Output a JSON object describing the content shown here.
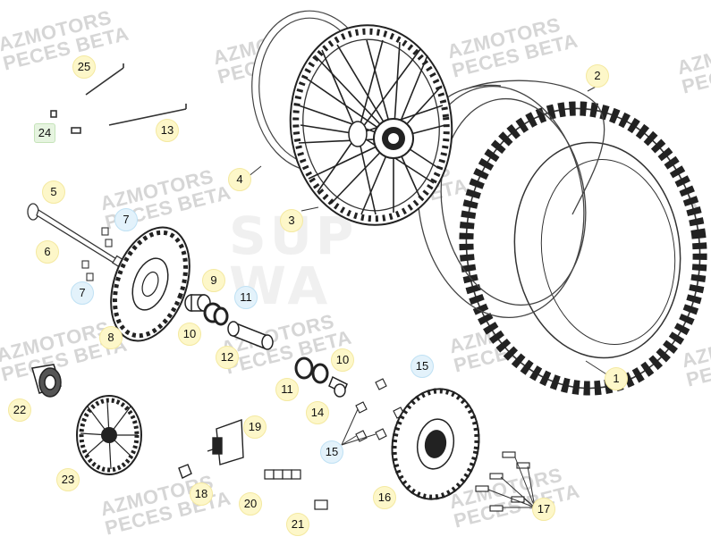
{
  "watermark": {
    "line1": "AZMOTORS",
    "line2": "PECES BETA"
  },
  "center_mark": {
    "line1": "SUP",
    "line2": "WA"
  },
  "callouts": [
    {
      "label": "1"
    },
    {
      "label": "2"
    },
    {
      "label": "3"
    },
    {
      "label": "4"
    },
    {
      "label": "5"
    },
    {
      "label": "6"
    },
    {
      "label": "7"
    },
    {
      "label": "7"
    },
    {
      "label": "8"
    },
    {
      "label": "9"
    },
    {
      "label": "10"
    },
    {
      "label": "10"
    },
    {
      "label": "11"
    },
    {
      "label": "11"
    },
    {
      "label": "12"
    },
    {
      "label": "13"
    },
    {
      "label": "14"
    },
    {
      "label": "15"
    },
    {
      "label": "15"
    },
    {
      "label": "16"
    },
    {
      "label": "17"
    },
    {
      "label": "18"
    },
    {
      "label": "19"
    },
    {
      "label": "20"
    },
    {
      "label": "21"
    },
    {
      "label": "22"
    },
    {
      "label": "23"
    },
    {
      "label": "24"
    },
    {
      "label": "25"
    }
  ],
  "colors": {
    "callout_yellow": "#fdf7c9",
    "callout_blue": "#e3f2fb",
    "callout_green": "#e6f4e0",
    "watermark": "#d6d6d6"
  }
}
